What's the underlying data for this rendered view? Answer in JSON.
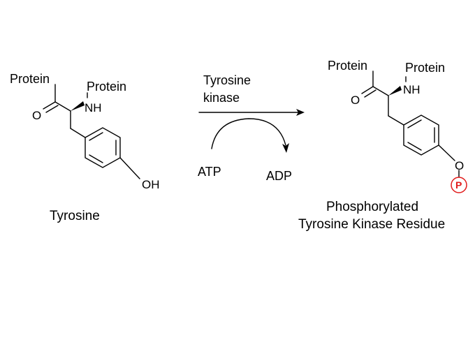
{
  "reactant": {
    "label_protein_acyl": "Protein",
    "label_protein_amine": "Protein",
    "label_nh": "NH",
    "label_o": "O",
    "label_oh": "OH",
    "name": "Tyrosine"
  },
  "reaction": {
    "enzyme_line1": "Tyrosine",
    "enzyme_line2": "kinase",
    "cofactor_in": "ATP",
    "cofactor_out": "ADP"
  },
  "product": {
    "label_protein_acyl": "Protein",
    "label_protein_amine": "Protein",
    "label_nh": "NH",
    "label_o": "O",
    "label_o_phenol": "O",
    "phosphate": "P",
    "name_line1": "Phosphorylated",
    "name_line2": "Tyrosine Kinase Residue"
  },
  "colors": {
    "bonds": "#000000",
    "phosphate": "#e11b1b"
  }
}
